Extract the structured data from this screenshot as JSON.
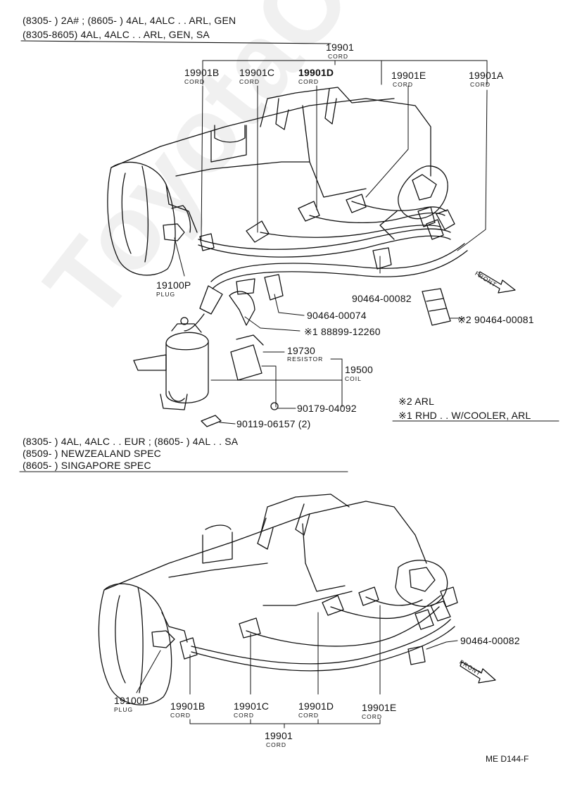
{
  "watermark": "ToyotaCarPart.ru",
  "top": {
    "header": [
      "(8305-        ) 2A# ; (8605-        ) 4AL, 4ALC . . ARL, GEN",
      "(8305-8605) 4AL, 4ALC . . ARL, GEN, SA"
    ],
    "cord_set": {
      "num": "19901",
      "sub": "CORD"
    },
    "cords": [
      {
        "num": "19901B",
        "sub": "CORD"
      },
      {
        "num": "19901C",
        "sub": "CORD"
      },
      {
        "num": "19901D",
        "sub": "CORD"
      },
      {
        "num": "19901E",
        "sub": "CORD"
      },
      {
        "num": "19901A",
        "sub": "CORD"
      }
    ],
    "plug": {
      "num": "19100P",
      "sub": "PLUG"
    },
    "clamp_82": "90464-00082",
    "clamp_74": "90464-00074",
    "clamp_81": "※2 90464-00081",
    "bracket": "※1 88899-12260",
    "resistor": {
      "num": "19730",
      "sub": "RESISTOR"
    },
    "coil": {
      "num": "19500",
      "sub": "COIL"
    },
    "nut": "90179-04092",
    "bolt": "90119-06157 (2)",
    "front": "FRONT",
    "notes": [
      "※2 ARL",
      "※1 RHD . . W/COOLER, ARL"
    ]
  },
  "bottom": {
    "header": [
      "(8305-        ) 4AL, 4ALC . . EUR ; (8605-        ) 4AL . . SA",
      "(8509-        ) NEWZEALAND SPEC",
      "(8605-        ) SINGAPORE SPEC"
    ],
    "clamp_82": "90464-00082",
    "front": "FRONT",
    "plug": {
      "num": "19100P",
      "sub": "PLUG"
    },
    "cords": [
      {
        "num": "19901B",
        "sub": "CORD"
      },
      {
        "num": "19901C",
        "sub": "CORD"
      },
      {
        "num": "19901D",
        "sub": "CORD"
      },
      {
        "num": "19901E",
        "sub": "CORD"
      }
    ],
    "cord_set": {
      "num": "19901",
      "sub": "CORD"
    }
  },
  "figure_code": "ME D144-F"
}
